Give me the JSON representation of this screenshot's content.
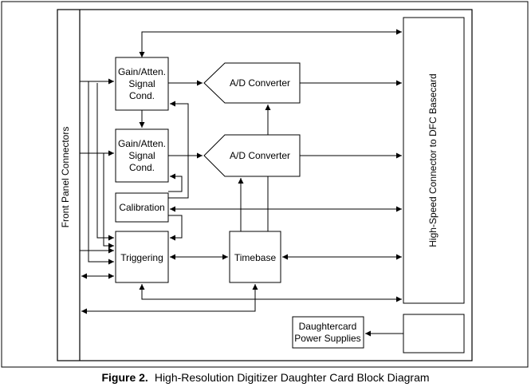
{
  "diagram": {
    "front_panel": "Front Panel Connectors",
    "gain1": [
      "Gain/Atten.",
      "Signal",
      "Cond."
    ],
    "gain2": [
      "Gain/Atten.",
      "Signal",
      "Cond."
    ],
    "adc1": "A/D Converter",
    "adc2": "A/D Converter",
    "calibration": "Calibration",
    "triggering": "Triggering",
    "timebase": "Timebase",
    "basecard": "High-Speed Connector to DFC Basecard",
    "power": [
      "Daughtercard",
      "Power Supplies"
    ]
  },
  "caption": {
    "number": "Figure 2.",
    "title": "High-Resolution Digitizer Daughter Card Block Diagram"
  }
}
